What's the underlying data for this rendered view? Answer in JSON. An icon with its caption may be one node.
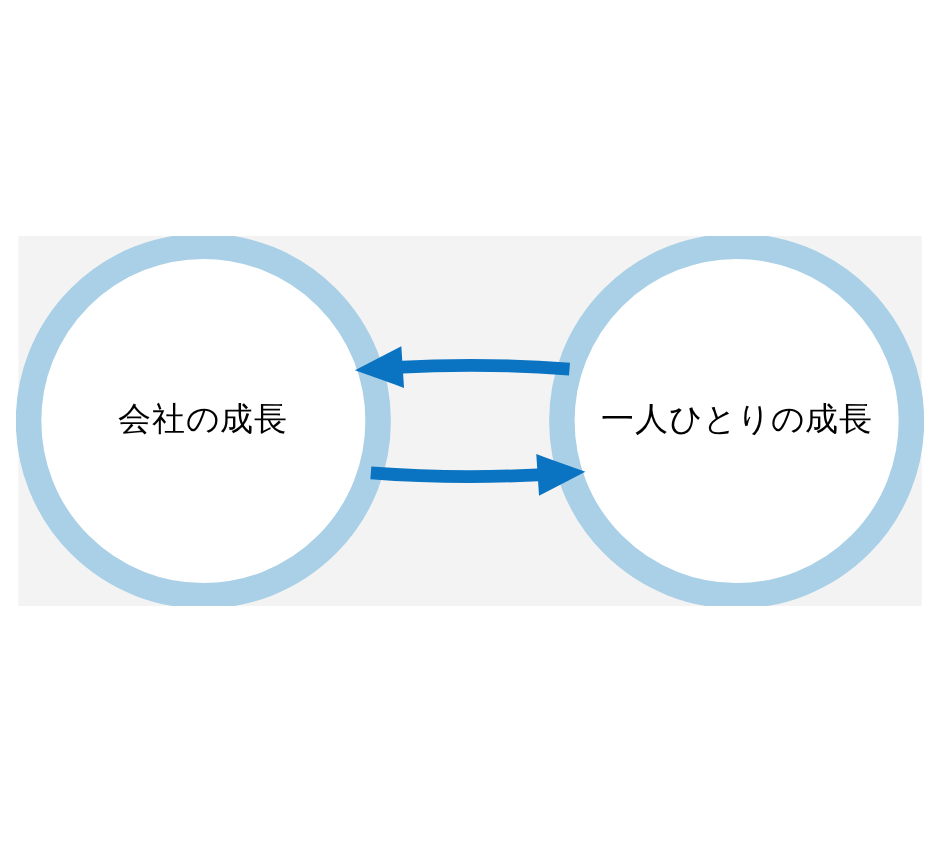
{
  "diagram": {
    "nodes": [
      {
        "text": [
          "会社の成長"
        ]
      },
      {
        "text": [
          "一人ひとりの成長"
        ]
      }
    ],
    "edges": [
      {
        "from": 0,
        "to": 1,
        "arrow": "to"
      },
      {
        "from": 1,
        "to": 0,
        "arrow": "to"
      }
    ]
  }
}
